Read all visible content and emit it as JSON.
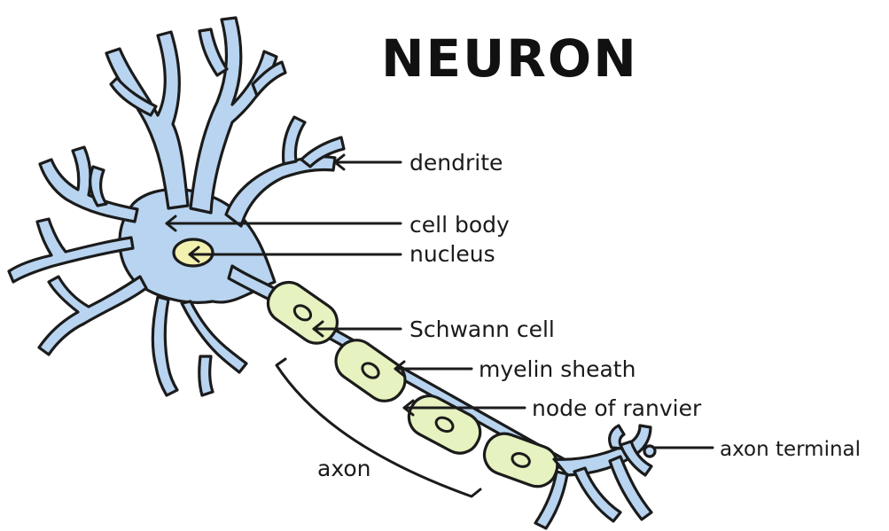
{
  "title": "NEURON",
  "colors": {
    "cell_body": "#b8d4f0",
    "myelin": "#e6f2bf",
    "nucleus": "#f3f1b0",
    "ink": "#1b1b1b"
  },
  "labels": {
    "dendrite": "dendrite",
    "cell_body": "cell body",
    "nucleus": "nucleus",
    "schwann_cell": "Schwann cell",
    "myelin_sheath": "myelin sheath",
    "node_of_ranvier": "node of ranvier",
    "axon_terminal": "axon terminal",
    "axon": "axon"
  }
}
